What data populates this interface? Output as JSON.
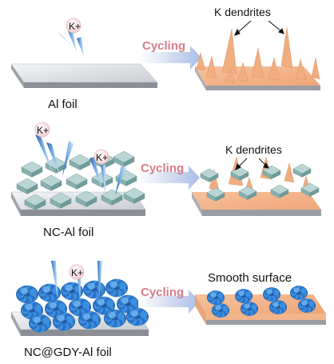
{
  "colors": {
    "foil_top": "#e3e5e8",
    "foil_side": "#8c9096",
    "potassium": "#f2b285",
    "cube": "#8fb8b6",
    "gdy": "#2f7fd1",
    "arrow": "#b9c9ea",
    "cycling_text": "#d97c8c",
    "ion_fill": "#f6dcdf"
  },
  "icons": [
    "ion-marker-icon",
    "arrow-right-icon",
    "cone-arrow-icon"
  ],
  "panels": [
    {
      "label": "Al foil",
      "ion": "K+",
      "arrow_label": "Cycling",
      "result_label": "K dendrites"
    },
    {
      "label": "NC-Al foil",
      "ion": "K+",
      "ion2": "K+",
      "arrow_label": "Cycling",
      "result_label": "K dendrites"
    },
    {
      "label": "NC@GDY-Al foil",
      "ion": "K+",
      "arrow_label": "Cycling",
      "result_label": "Smooth surface"
    }
  ]
}
